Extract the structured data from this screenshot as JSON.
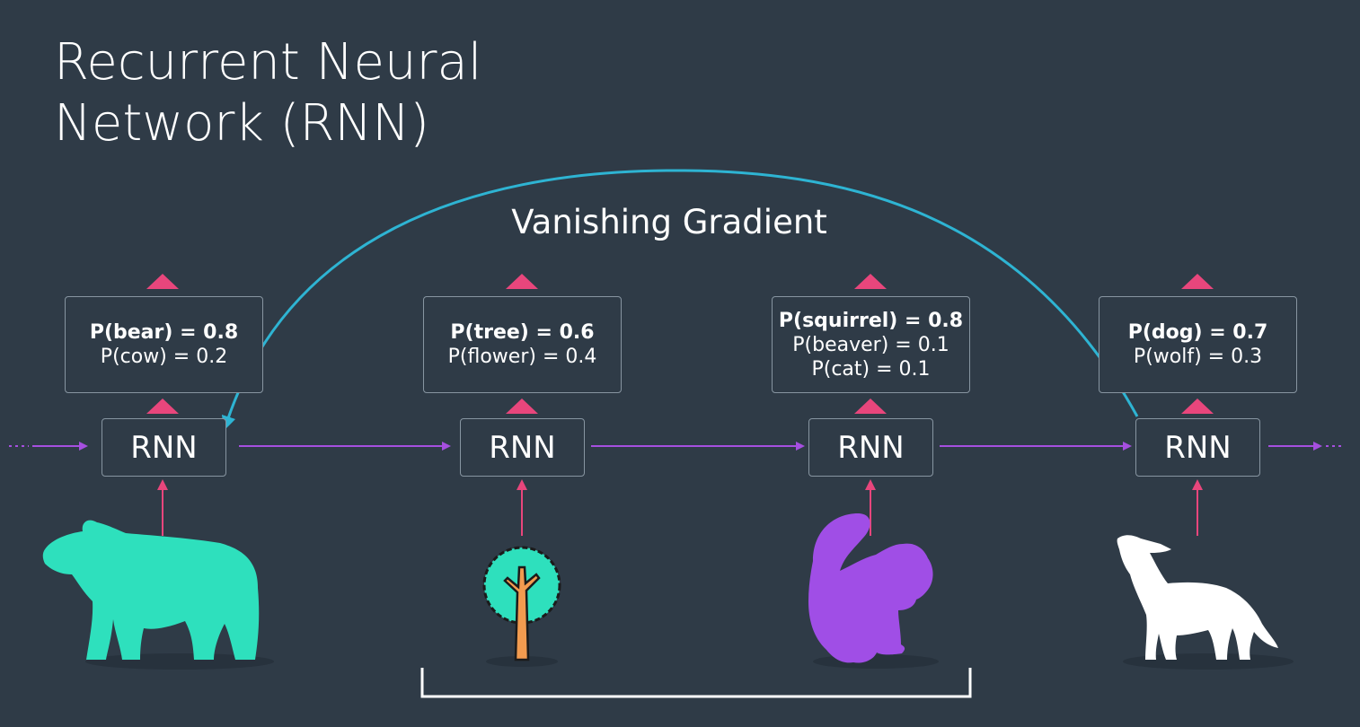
{
  "title": {
    "line1": "Recurrent Neural",
    "line2": "Network (RNN)"
  },
  "arc_label": "Vanishing Gradient",
  "steps": [
    {
      "rnn_label": "RNN",
      "probs": {
        "top": "P(bear) = 0.8",
        "alts": [
          "P(cow) = 0.2"
        ]
      },
      "input_icon": "bear-icon"
    },
    {
      "rnn_label": "RNN",
      "probs": {
        "top": "P(tree) = 0.6",
        "alts": [
          "P(flower) = 0.4"
        ]
      },
      "input_icon": "tree-icon"
    },
    {
      "rnn_label": "RNN",
      "probs": {
        "top": "P(squirrel) = 0.8",
        "alts": [
          "P(beaver) = 0.1",
          "P(cat) = 0.1"
        ]
      },
      "input_icon": "squirrel-icon"
    },
    {
      "rnn_label": "RNN",
      "probs": {
        "top": "P(dog) = 0.7",
        "alts": [
          "P(wolf) = 0.3"
        ]
      },
      "input_icon": "wolf-icon"
    }
  ],
  "colors": {
    "background": "#2f3b47",
    "box_border": "#8795a1",
    "recurrent_arrow": "#a64fe0",
    "output_triangle": "#e8467c",
    "input_arrow": "#e8467c",
    "gradient_arc": "#2eb4d3",
    "bear": "#2ee0bd",
    "squirrel": "#a04ee6",
    "wolf": "#ffffff",
    "tree_crown": "#2ee0bd",
    "tree_trunk": "#f29b4f"
  }
}
